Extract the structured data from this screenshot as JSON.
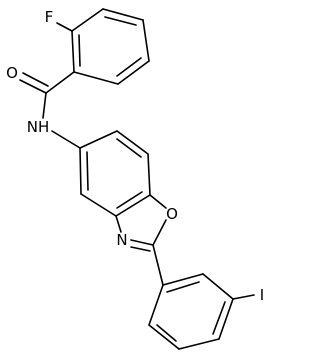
{
  "structure": {
    "atom_labels": {
      "fluorine": "F",
      "carbonyl_oxygen": "O",
      "amide_nitrogen": "NH",
      "ring_nitrogen": "N",
      "ring_oxygen": "O",
      "iodine": "I"
    }
  }
}
